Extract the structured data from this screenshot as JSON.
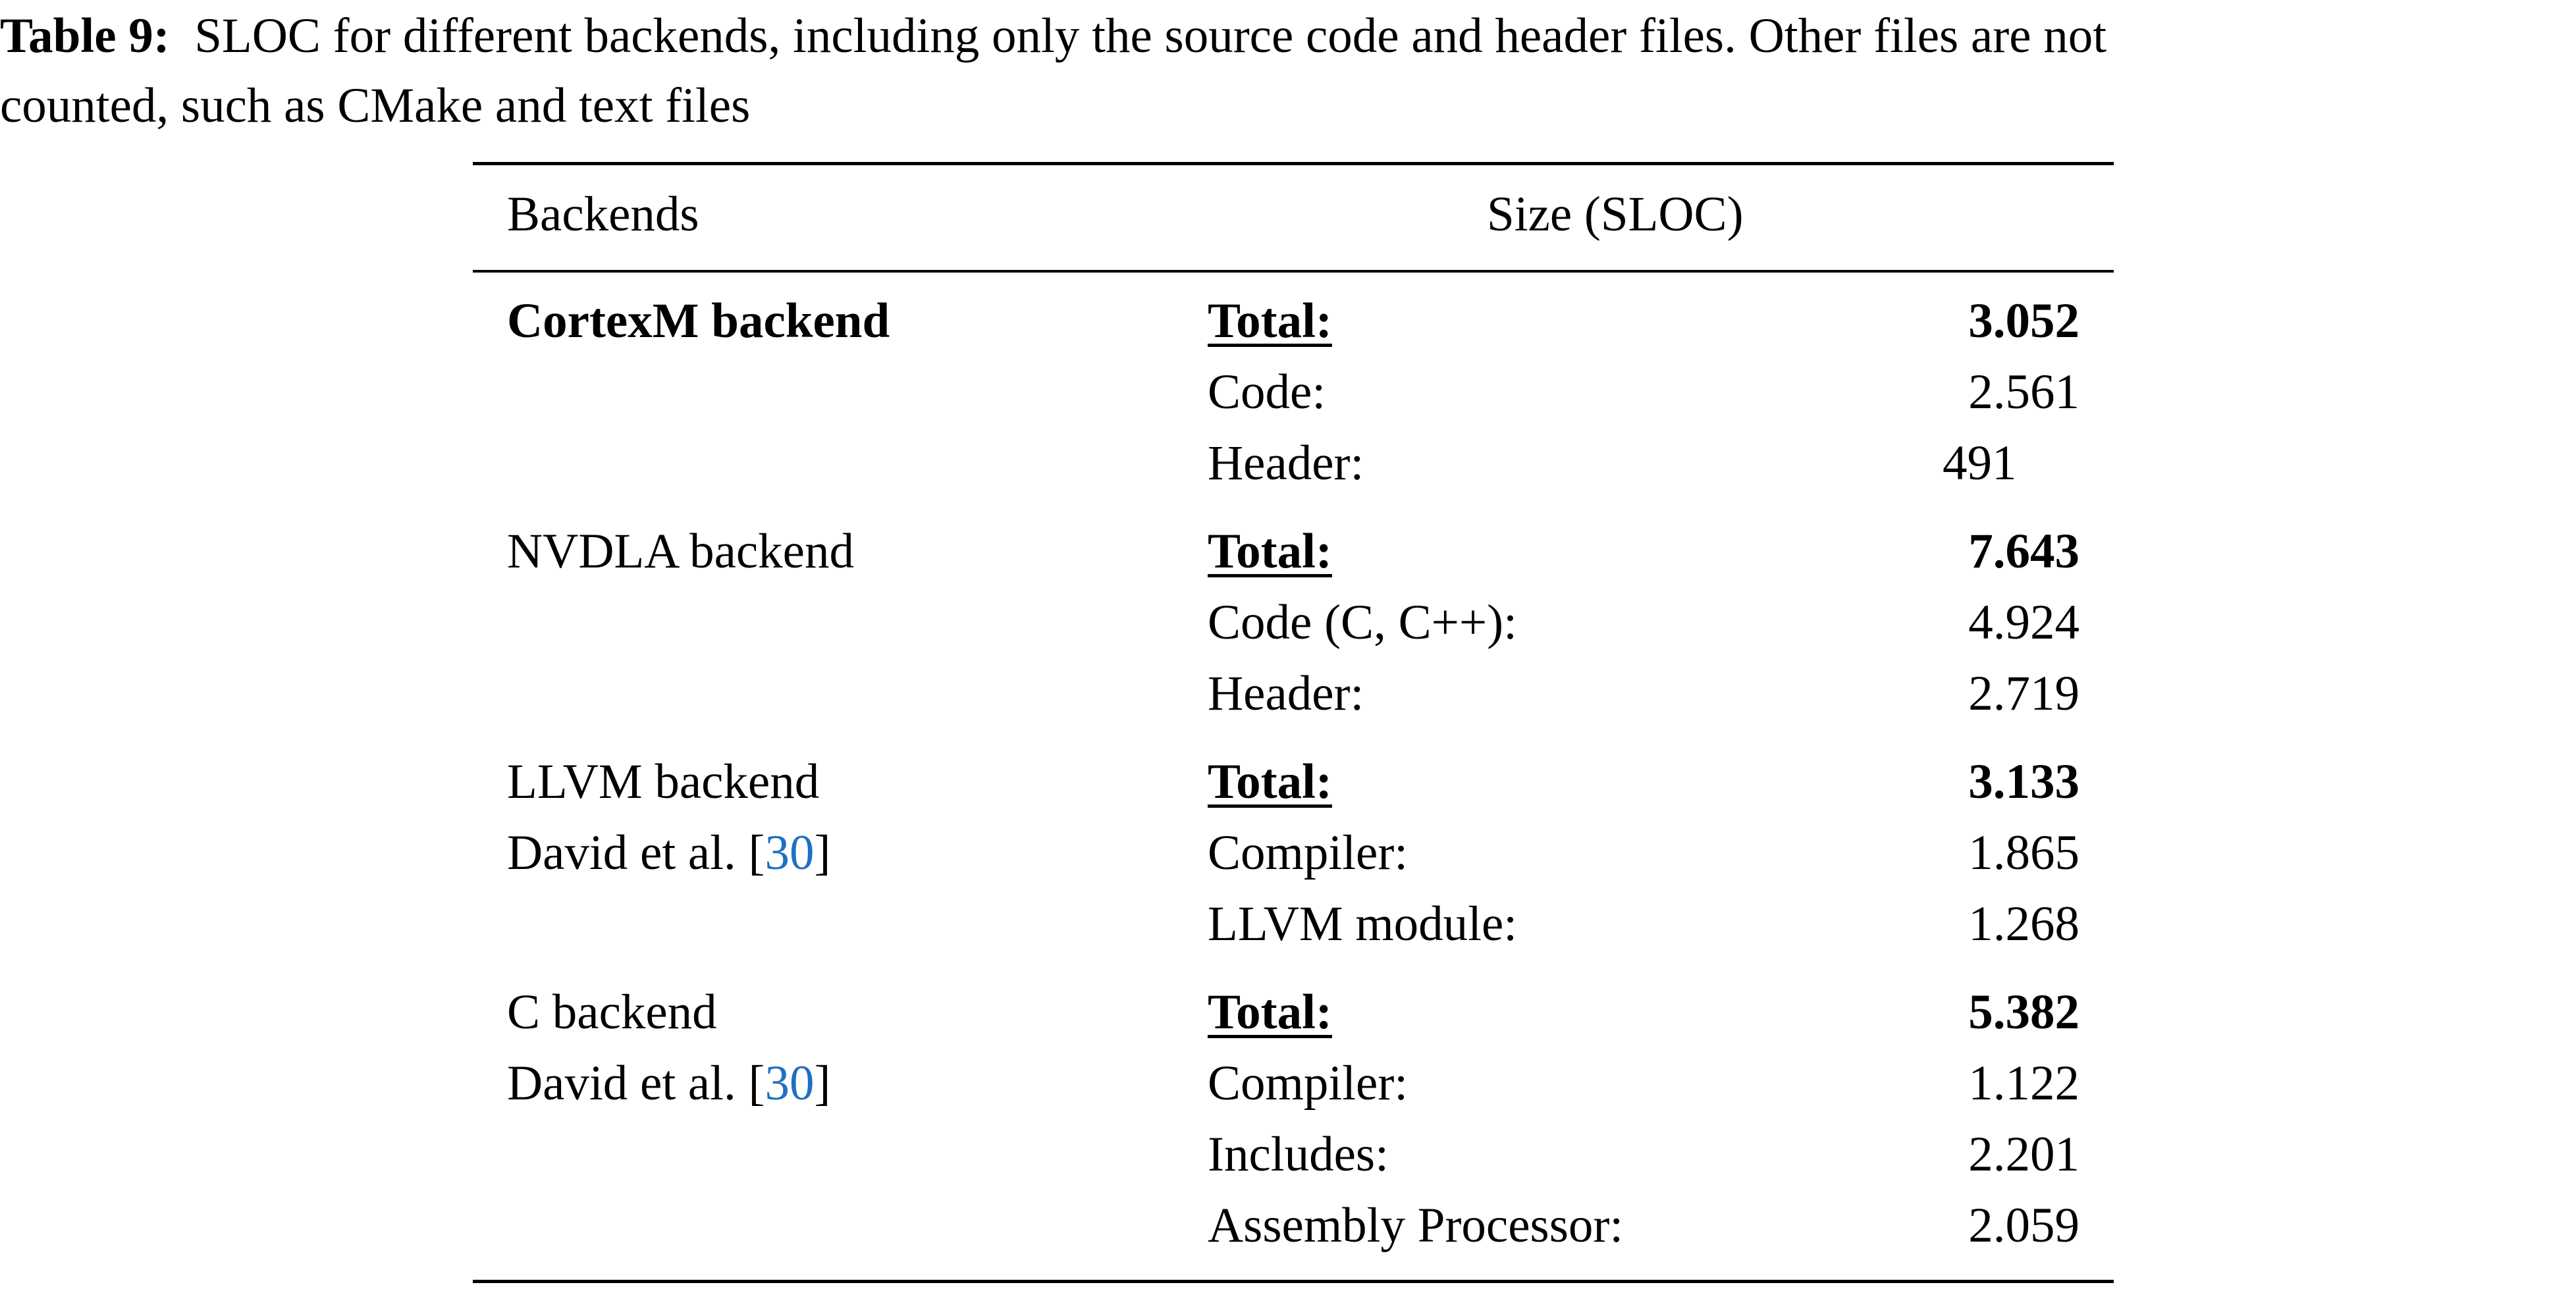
{
  "caption": {
    "label": "Table 9:",
    "line1": "SLOC for different backends, including only the source code and header files. Other files are not",
    "line2": "counted, such as CMake and text files"
  },
  "table": {
    "headers": [
      "Backends",
      "Size (SLOC)"
    ],
    "groups": [
      {
        "backend": "CortexM backend",
        "backend_bold": true,
        "citation_prefix": "",
        "citation_ref": "",
        "rows": [
          {
            "label": "Total:",
            "value": "3.052",
            "is_total": true
          },
          {
            "label": "Code:",
            "value": "2.561",
            "is_total": false
          },
          {
            "label": "Header:",
            "value": "491",
            "is_total": false
          }
        ]
      },
      {
        "backend": "NVDLA backend",
        "backend_bold": false,
        "citation_prefix": "",
        "citation_ref": "",
        "rows": [
          {
            "label": "Total:",
            "value": "7.643",
            "is_total": true
          },
          {
            "label": "Code (C, C++):",
            "value": "4.924",
            "is_total": false
          },
          {
            "label": "Header:",
            "value": "2.719",
            "is_total": false
          }
        ]
      },
      {
        "backend": "LLVM backend",
        "backend_bold": false,
        "citation_prefix": "David et al. [",
        "citation_ref": "30",
        "citation_suffix": "]",
        "rows": [
          {
            "label": "Total:",
            "value": "3.133",
            "is_total": true
          },
          {
            "label": "Compiler:",
            "value": "1.865",
            "is_total": false
          },
          {
            "label": "LLVM module:",
            "value": "1.268",
            "is_total": false
          }
        ]
      },
      {
        "backend": "C backend",
        "backend_bold": false,
        "citation_prefix": "David et al. [",
        "citation_ref": "30",
        "citation_suffix": "]",
        "rows": [
          {
            "label": "Total:",
            "value": "5.382",
            "is_total": true
          },
          {
            "label": "Compiler:",
            "value": "1.122",
            "is_total": false
          },
          {
            "label": "Includes:",
            "value": "2.201",
            "is_total": false
          },
          {
            "label": "Assembly Processor:",
            "value": "2.059",
            "is_total": false
          }
        ]
      }
    ]
  }
}
